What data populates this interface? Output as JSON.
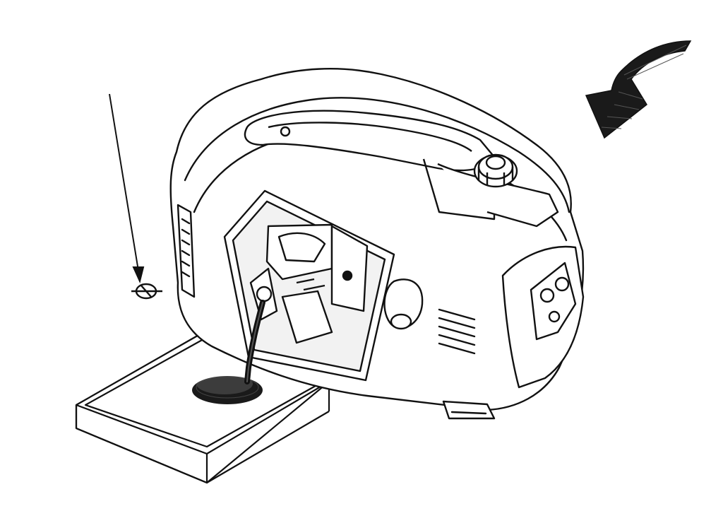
{
  "figure": {
    "background": "#ffffff",
    "ink": "#111111",
    "oil_color": "#1a1a1a",
    "parts": [
      {
        "id": "generator-body",
        "icon": "portable-inverter-generator"
      },
      {
        "id": "carry-handle",
        "icon": "handle"
      },
      {
        "id": "fuel-cap",
        "icon": "fuel-cap"
      },
      {
        "id": "maintenance-door",
        "icon": "open-side-panel"
      },
      {
        "id": "engine",
        "icon": "engine"
      },
      {
        "id": "oil-stream",
        "icon": "oil-pour"
      },
      {
        "id": "drain-pan",
        "icon": "oil-drain-pan"
      },
      {
        "id": "oil-fill-cap",
        "icon": "oil-fill-cap"
      },
      {
        "id": "tilt-arrow",
        "icon": "curved-arrow"
      },
      {
        "id": "indicator-arrow",
        "icon": "straight-arrow"
      }
    ]
  }
}
